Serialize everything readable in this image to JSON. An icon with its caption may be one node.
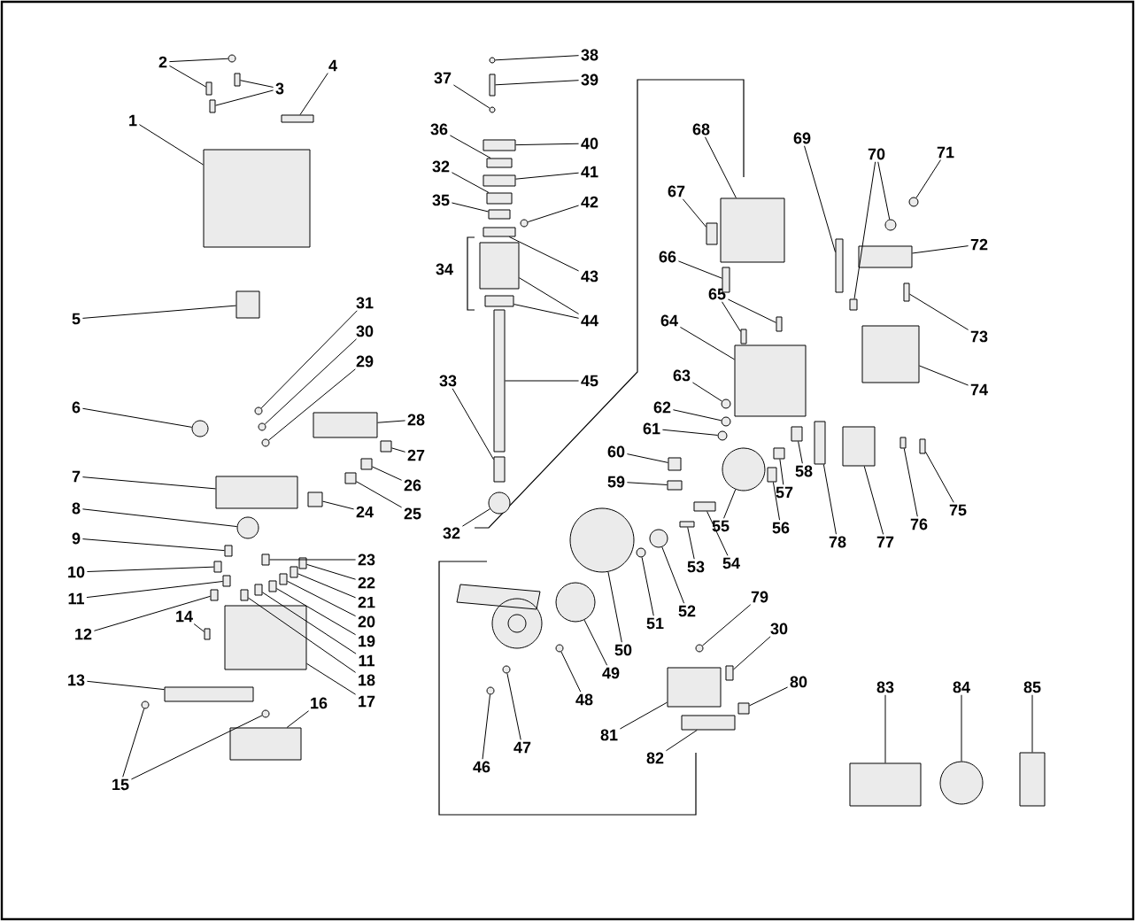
{
  "diagram": {
    "nodes": [
      {
        "text": [
          "1"
        ]
      },
      {
        "text": [
          "2"
        ]
      },
      {
        "text": [
          "3"
        ]
      },
      {
        "text": [
          "4"
        ]
      },
      {
        "text": [
          "5"
        ]
      },
      {
        "text": [
          "6"
        ]
      },
      {
        "text": [
          "7"
        ]
      },
      {
        "text": [
          "8"
        ]
      },
      {
        "text": [
          "9"
        ]
      },
      {
        "text": [
          "10"
        ]
      },
      {
        "text": [
          "11"
        ]
      },
      {
        "text": [
          "12"
        ]
      },
      {
        "text": [
          "13"
        ]
      },
      {
        "text": [
          "14"
        ]
      },
      {
        "text": [
          "15"
        ]
      },
      {
        "text": [
          "16"
        ]
      },
      {
        "text": [
          "17"
        ]
      },
      {
        "text": [
          "18"
        ]
      },
      {
        "text": [
          "11"
        ]
      },
      {
        "text": [
          "19"
        ]
      },
      {
        "text": [
          "20"
        ]
      },
      {
        "text": [
          "21"
        ]
      },
      {
        "text": [
          "22"
        ]
      },
      {
        "text": [
          "23"
        ]
      },
      {
        "text": [
          "24"
        ]
      },
      {
        "text": [
          "25"
        ]
      },
      {
        "text": [
          "26"
        ]
      },
      {
        "text": [
          "27"
        ]
      },
      {
        "text": [
          "28"
        ]
      },
      {
        "text": [
          "29"
        ]
      },
      {
        "text": [
          "30"
        ]
      },
      {
        "text": [
          "31"
        ]
      },
      {
        "text": [
          "32"
        ]
      },
      {
        "text": [
          "33"
        ]
      },
      {
        "text": [
          "32"
        ]
      },
      {
        "text": [
          "35"
        ]
      },
      {
        "text": [
          "36"
        ]
      },
      {
        "text": [
          "37"
        ]
      },
      {
        "text": [
          "38"
        ]
      },
      {
        "text": [
          "39"
        ]
      },
      {
        "text": [
          "40"
        ]
      },
      {
        "text": [
          "41"
        ]
      },
      {
        "text": [
          "42"
        ]
      },
      {
        "text": [
          "43"
        ]
      },
      {
        "text": [
          "44"
        ]
      },
      {
        "text": [
          "45"
        ]
      },
      {
        "text": [
          "46"
        ]
      },
      {
        "text": [
          "47"
        ]
      },
      {
        "text": [
          "48"
        ]
      },
      {
        "text": [
          "49"
        ]
      },
      {
        "text": [
          "50"
        ]
      },
      {
        "text": [
          "51"
        ]
      },
      {
        "text": [
          "52"
        ]
      },
      {
        "text": [
          "53"
        ]
      },
      {
        "text": [
          "54"
        ]
      },
      {
        "text": [
          "55"
        ]
      },
      {
        "text": [
          "56"
        ]
      },
      {
        "text": [
          "57"
        ]
      },
      {
        "text": [
          "58"
        ]
      },
      {
        "text": [
          "59"
        ]
      },
      {
        "text": [
          "60"
        ]
      },
      {
        "text": [
          "61"
        ]
      },
      {
        "text": [
          "62"
        ]
      },
      {
        "text": [
          "63"
        ]
      },
      {
        "text": [
          "64"
        ]
      },
      {
        "text": [
          "65"
        ]
      },
      {
        "text": [
          "66"
        ]
      },
      {
        "text": [
          "67"
        ]
      },
      {
        "text": [
          "68"
        ]
      },
      {
        "text": [
          "69"
        ]
      },
      {
        "text": [
          "70"
        ]
      },
      {
        "text": [
          "71"
        ]
      },
      {
        "text": [
          "72"
        ]
      },
      {
        "text": [
          "73"
        ]
      },
      {
        "text": [
          "74"
        ]
      },
      {
        "text": [
          "75"
        ]
      },
      {
        "text": [
          "76"
        ]
      },
      {
        "text": [
          "77"
        ]
      },
      {
        "text": [
          "78"
        ]
      },
      {
        "text": [
          "79"
        ]
      },
      {
        "text": [
          "30"
        ]
      },
      {
        "text": [
          "80"
        ]
      },
      {
        "text": [
          "81"
        ]
      },
      {
        "text": [
          "82"
        ]
      },
      {
        "text": [
          "83"
        ]
      },
      {
        "text": [
          "84"
        ]
      },
      {
        "text": [
          "85"
        ]
      },
      {
        "text": [],
        "shape": "box"
      },
      {
        "text": [],
        "shape": "circle"
      },
      {
        "text": [],
        "shape": "box"
      },
      {
        "text": [],
        "shape": "box"
      },
      {
        "text": [],
        "shape": "box"
      },
      {
        "text": [],
        "shape": "box"
      },
      {
        "text": [],
        "shape": "box"
      },
      {
        "text": [],
        "shape": "circle"
      },
      {
        "text": [],
        "shape": "box"
      },
      {
        "text": [],
        "shape": "circle"
      },
      {
        "text": [],
        "shape": "box"
      },
      {
        "text": [],
        "shape": "box"
      },
      {
        "text": [],
        "shape": "box"
      },
      {
        "text": [],
        "shape": "box"
      },
      {
        "text": [],
        "shape": "box"
      },
      {
        "text": [],
        "shape": "box"
      },
      {
        "text": [],
        "shape": "circle"
      },
      {
        "text": [],
        "shape": "circle"
      },
      {
        "text": [],
        "shape": "box"
      },
      {
        "text": [],
        "shape": "box"
      },
      {
        "text": [],
        "shape": "box"
      },
      {
        "text": [],
        "shape": "box"
      },
      {
        "text": [],
        "shape": "box"
      },
      {
        "text": [],
        "shape": "box"
      },
      {
        "text": [],
        "shape": "box"
      },
      {
        "text": [],
        "shape": "box"
      },
      {
        "text": [],
        "shape": "box"
      },
      {
        "text": [],
        "shape": "box"
      },
      {
        "text": [],
        "shape": "box"
      },
      {
        "text": [],
        "shape": "box"
      },
      {
        "text": [],
        "shape": "box"
      },
      {
        "text": [],
        "shape": "box"
      },
      {
        "text": [],
        "shape": "circle"
      },
      {
        "text": [],
        "shape": "circle"
      },
      {
        "text": [],
        "shape": "circle"
      },
      {
        "text": [],
        "shape": "box"
      },
      {
        "text": [],
        "shape": "box"
      },
      {
        "text": [],
        "shape": "circle"
      },
      {
        "text": [],
        "shape": "box"
      },
      {
        "text": [],
        "shape": "box"
      },
      {
        "text": [],
        "shape": "circle"
      },
      {
        "text": [],
        "shape": "circle"
      },
      {
        "text": [],
        "shape": "box"
      },
      {
        "text": [],
        "shape": "box"
      },
      {
        "text": [],
        "shape": "box"
      },
      {
        "text": [],
        "shape": "circle"
      },
      {
        "text": [],
        "shape": "box"
      },
      {
        "text": [],
        "shape": "box"
      },
      {
        "text": [],
        "shape": "box"
      },
      {
        "text": [],
        "shape": "box"
      },
      {
        "text": [],
        "shape": "circle"
      },
      {
        "text": [],
        "shape": "circle"
      },
      {
        "text": [],
        "shape": "circle"
      },
      {
        "text": [],
        "shape": "circle"
      },
      {
        "text": [],
        "shape": "circle"
      },
      {
        "text": [],
        "shape": "circle"
      },
      {
        "text": [],
        "shape": "circle"
      },
      {
        "text": [],
        "shape": "box"
      },
      {
        "text": [],
        "shape": "box"
      },
      {
        "text": [],
        "shape": "circle"
      },
      {
        "text": [],
        "shape": "box"
      },
      {
        "text": [],
        "shape": "box"
      },
      {
        "text": [],
        "shape": "box"
      },
      {
        "text": [],
        "shape": "box"
      },
      {
        "text": [],
        "shape": "box"
      },
      {
        "text": [],
        "shape": "circle"
      },
      {
        "text": [],
        "shape": "circle"
      },
      {
        "text": [],
        "shape": "circle"
      },
      {
        "text": [],
        "shape": "box"
      },
      {
        "text": [],
        "shape": "box"
      },
      {
        "text": [],
        "shape": "box"
      },
      {
        "text": [],
        "shape": "box"
      },
      {
        "text": [],
        "shape": "box"
      },
      {
        "text": [],
        "shape": "box"
      },
      {
        "text": [],
        "shape": "box"
      },
      {
        "text": [],
        "shape": "box"
      },
      {
        "text": [],
        "shape": "circle"
      },
      {
        "text": [],
        "shape": "circle"
      },
      {
        "text": [],
        "shape": "box"
      },
      {
        "text": [],
        "shape": "box"
      },
      {
        "text": [],
        "shape": "box"
      },
      {
        "text": [],
        "shape": "box"
      },
      {
        "text": [],
        "shape": "box"
      },
      {
        "text": [],
        "shape": "box"
      },
      {
        "text": [],
        "shape": "box"
      },
      {
        "text": [],
        "shape": "circle"
      },
      {
        "text": [],
        "shape": "box"
      },
      {
        "text": [],
        "shape": "box"
      },
      {
        "text": [],
        "shape": "box"
      },
      {
        "text": [],
        "shape": "box"
      },
      {
        "text": [],
        "shape": "box"
      },
      {
        "text": [],
        "shape": "circle"
      },
      {
        "text": [],
        "shape": "box"
      }
    ],
    "edges": [
      {
        "from": 0,
        "to": 87,
        "arrow": "none"
      },
      {
        "from": 1,
        "to": 88,
        "arrow": "none"
      },
      {
        "from": 1,
        "to": 89,
        "arrow": "none"
      },
      {
        "from": 2,
        "to": 90,
        "arrow": "none"
      },
      {
        "from": 2,
        "to": 91,
        "arrow": "none"
      },
      {
        "from": 3,
        "to": 92,
        "arrow": "none"
      },
      {
        "from": 4,
        "to": 93,
        "arrow": "none"
      },
      {
        "from": 5,
        "to": 94,
        "arrow": "none"
      },
      {
        "from": 6,
        "to": 95,
        "arrow": "none"
      },
      {
        "from": 7,
        "to": 96,
        "arrow": "none"
      },
      {
        "from": 8,
        "to": 97,
        "arrow": "none"
      },
      {
        "from": 9,
        "to": 98,
        "arrow": "none"
      },
      {
        "from": 10,
        "to": 99,
        "arrow": "none"
      },
      {
        "from": 11,
        "to": 100,
        "arrow": "none"
      },
      {
        "from": 12,
        "to": 101,
        "arrow": "none"
      },
      {
        "from": 13,
        "to": 102,
        "arrow": "none"
      },
      {
        "from": 14,
        "to": 103,
        "arrow": "none"
      },
      {
        "from": 14,
        "to": 104,
        "arrow": "none"
      },
      {
        "from": 15,
        "to": 105,
        "arrow": "none"
      },
      {
        "from": 16,
        "to": 106,
        "arrow": "none"
      },
      {
        "from": 17,
        "to": 107,
        "arrow": "none"
      },
      {
        "from": 18,
        "to": 108,
        "arrow": "none"
      },
      {
        "from": 19,
        "to": 109,
        "arrow": "none"
      },
      {
        "from": 20,
        "to": 110,
        "arrow": "none"
      },
      {
        "from": 21,
        "to": 111,
        "arrow": "none"
      },
      {
        "from": 22,
        "to": 112,
        "arrow": "none"
      },
      {
        "from": 23,
        "to": 113,
        "arrow": "none"
      },
      {
        "from": 24,
        "to": 114,
        "arrow": "none"
      },
      {
        "from": 25,
        "to": 115,
        "arrow": "none"
      },
      {
        "from": 26,
        "to": 116,
        "arrow": "none"
      },
      {
        "from": 27,
        "to": 117,
        "arrow": "none"
      },
      {
        "from": 28,
        "to": 118,
        "arrow": "none"
      },
      {
        "from": 29,
        "to": 119,
        "arrow": "none"
      },
      {
        "from": 30,
        "to": 120,
        "arrow": "none"
      },
      {
        "from": 31,
        "to": 121,
        "arrow": "none"
      },
      {
        "from": 32,
        "to": 122,
        "arrow": "none"
      },
      {
        "from": 33,
        "to": 123,
        "arrow": "none"
      },
      {
        "from": 34,
        "to": 124,
        "arrow": "none"
      },
      {
        "from": 35,
        "to": 125,
        "arrow": "none"
      },
      {
        "from": 36,
        "to": 126,
        "arrow": "none"
      },
      {
        "from": 37,
        "to": 127,
        "arrow": "none"
      },
      {
        "from": 38,
        "to": 128,
        "arrow": "none"
      },
      {
        "from": 39,
        "to": 129,
        "arrow": "none"
      },
      {
        "from": 40,
        "to": 130,
        "arrow": "none"
      },
      {
        "from": 41,
        "to": 131,
        "arrow": "none"
      },
      {
        "from": 42,
        "to": 132,
        "arrow": "none"
      },
      {
        "from": 43,
        "to": 133,
        "arrow": "none"
      },
      {
        "from": 44,
        "to": 134,
        "arrow": "none"
      },
      {
        "from": 44,
        "to": 135,
        "arrow": "none"
      },
      {
        "from": 45,
        "to": 136,
        "arrow": "none"
      },
      {
        "from": 46,
        "to": 137,
        "arrow": "none"
      },
      {
        "from": 47,
        "to": 138,
        "arrow": "none"
      },
      {
        "from": 48,
        "to": 139,
        "arrow": "none"
      },
      {
        "from": 49,
        "to": 140,
        "arrow": "none"
      },
      {
        "from": 50,
        "to": 141,
        "arrow": "none"
      },
      {
        "from": 51,
        "to": 142,
        "arrow": "none"
      },
      {
        "from": 52,
        "to": 143,
        "arrow": "none"
      },
      {
        "from": 53,
        "to": 144,
        "arrow": "none"
      },
      {
        "from": 54,
        "to": 145,
        "arrow": "none"
      },
      {
        "from": 55,
        "to": 146,
        "arrow": "none"
      },
      {
        "from": 56,
        "to": 147,
        "arrow": "none"
      },
      {
        "from": 57,
        "to": 148,
        "arrow": "none"
      },
      {
        "from": 58,
        "to": 149,
        "arrow": "none"
      },
      {
        "from": 59,
        "to": 150,
        "arrow": "none"
      },
      {
        "from": 60,
        "to": 151,
        "arrow": "none"
      },
      {
        "from": 61,
        "to": 152,
        "arrow": "none"
      },
      {
        "from": 62,
        "to": 153,
        "arrow": "none"
      },
      {
        "from": 63,
        "to": 154,
        "arrow": "none"
      },
      {
        "from": 64,
        "to": 155,
        "arrow": "none"
      },
      {
        "from": 65,
        "to": 156,
        "arrow": "none"
      },
      {
        "from": 65,
        "to": 157,
        "arrow": "none"
      },
      {
        "from": 66,
        "to": 158,
        "arrow": "none"
      },
      {
        "from": 67,
        "to": 159,
        "arrow": "none"
      },
      {
        "from": 68,
        "to": 160,
        "arrow": "none"
      },
      {
        "from": 69,
        "to": 161,
        "arrow": "none"
      },
      {
        "from": 70,
        "to": 162,
        "arrow": "none"
      },
      {
        "from": 70,
        "to": 163,
        "arrow": "none"
      },
      {
        "from": 71,
        "to": 164,
        "arrow": "none"
      },
      {
        "from": 72,
        "to": 165,
        "arrow": "none"
      },
      {
        "from": 73,
        "to": 166,
        "arrow": "none"
      },
      {
        "from": 74,
        "to": 167,
        "arrow": "none"
      },
      {
        "from": 75,
        "to": 168,
        "arrow": "none"
      },
      {
        "from": 76,
        "to": 169,
        "arrow": "none"
      },
      {
        "from": 77,
        "to": 170,
        "arrow": "none"
      },
      {
        "from": 78,
        "to": 171,
        "arrow": "none"
      },
      {
        "from": 79,
        "to": 172,
        "arrow": "none"
      },
      {
        "from": 80,
        "to": 173,
        "arrow": "none"
      },
      {
        "from": 81,
        "to": 174,
        "arrow": "none"
      },
      {
        "from": 82,
        "to": 175,
        "arrow": "none"
      },
      {
        "from": 83,
        "to": 176,
        "arrow": "none"
      },
      {
        "from": 84,
        "to": 177,
        "arrow": "none"
      },
      {
        "from": 85,
        "to": 178,
        "arrow": "none"
      },
      {
        "from": 86,
        "to": 179,
        "arrow": "none"
      }
    ],
    "labels": [
      "34"
    ]
  }
}
